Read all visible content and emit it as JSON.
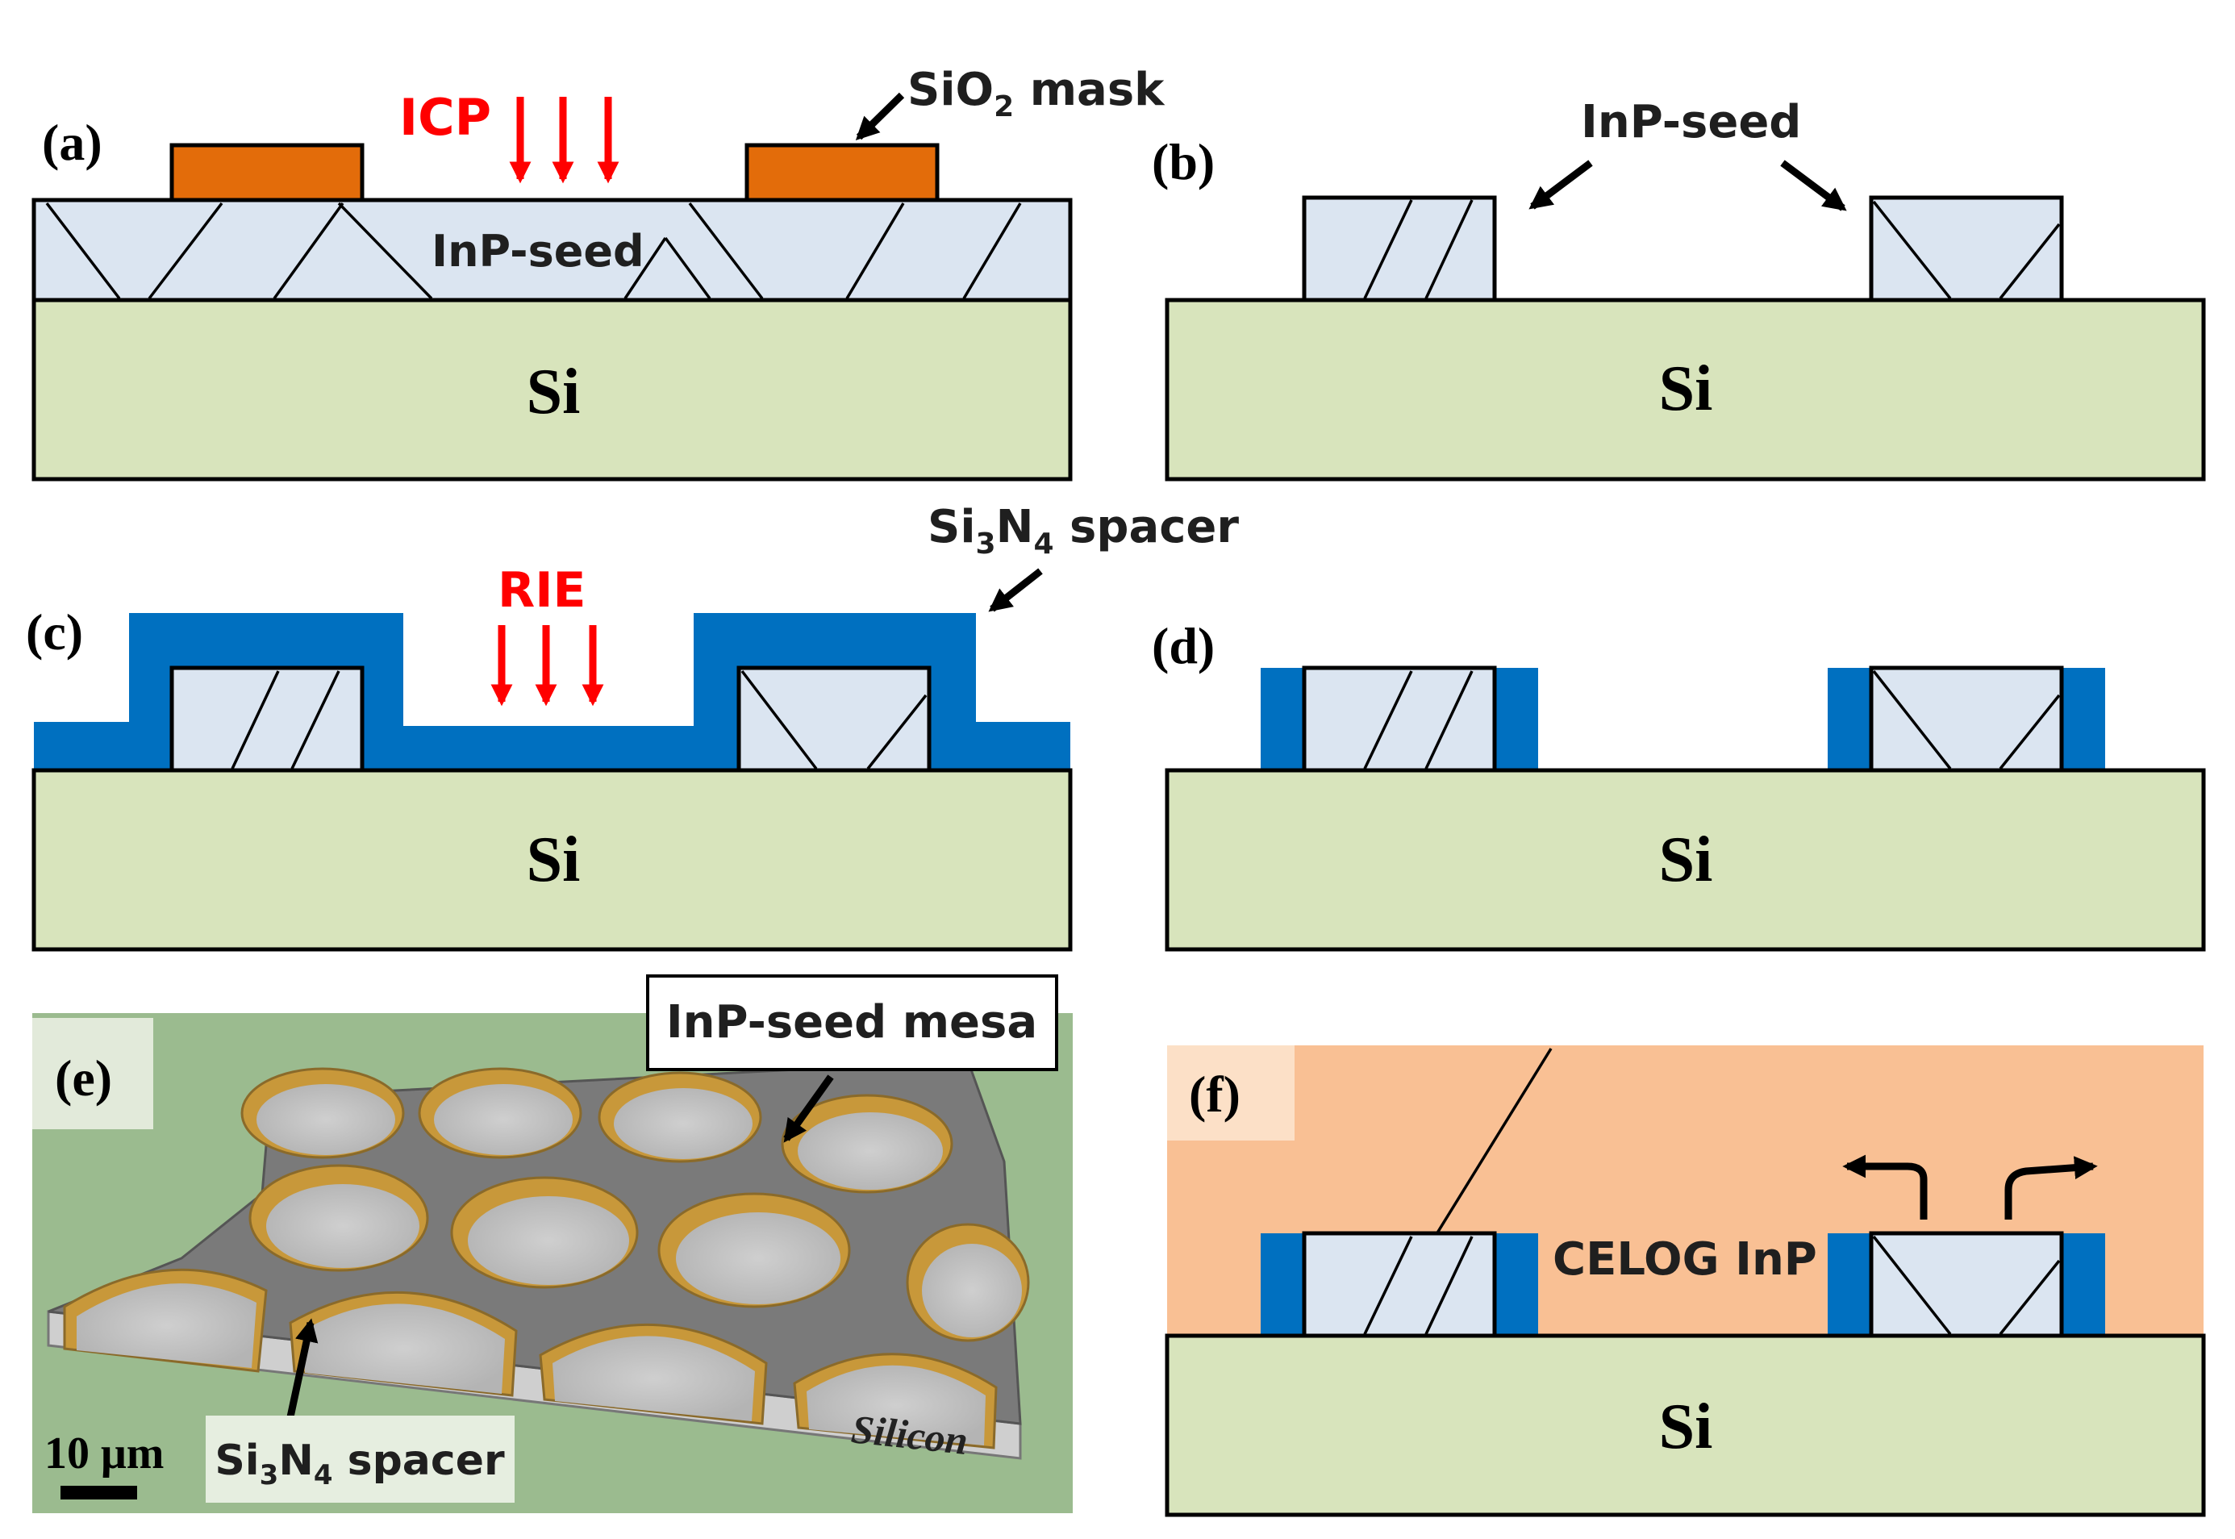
{
  "colors": {
    "silicon_fill": "#d8e4bc",
    "seed_fill": "#dbe5f1",
    "mask_fill": "#e36c0a",
    "spacer_fill": "#0070c0",
    "etch_arrow": "#ff0000",
    "celog_fill": "#f9c094",
    "photo_background": "#9bbb8f",
    "outline": "#000000"
  },
  "panels": {
    "a": {
      "label": "(a)",
      "etch_label": "ICP",
      "mask_label_main": "SiO",
      "mask_label_sub": "2",
      "mask_label_tail": " mask",
      "seed_label": "InP-seed",
      "substrate_label": "Si"
    },
    "b": {
      "label": "(b)",
      "seed_label": "InP-seed",
      "substrate_label": "Si"
    },
    "c": {
      "label": "(c)",
      "etch_label": "RIE",
      "spacer_label_a": "Si",
      "spacer_label_sub1": "3",
      "spacer_label_b": "N",
      "spacer_label_sub2": "4",
      "spacer_label_tail": " spacer",
      "substrate_label": "Si"
    },
    "d": {
      "label": "(d)",
      "substrate_label": "Si"
    },
    "e": {
      "label": "(e)",
      "mesa_label": "InP-seed mesa",
      "spacer_label_a": "Si",
      "spacer_label_sub1": "3",
      "spacer_label_b": "N",
      "spacer_label_sub2": "4",
      "spacer_label_tail": " spacer",
      "substrate_label": "Silicon",
      "scale_bar_label": "10 μm"
    },
    "f": {
      "label": "(f)",
      "growth_label": "CELOG InP",
      "substrate_label": "Si"
    }
  }
}
